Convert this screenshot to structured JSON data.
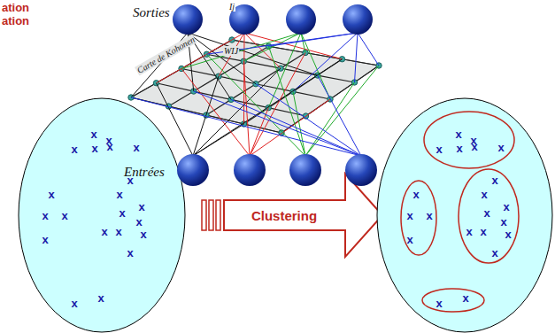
{
  "diagram": {
    "nodes": [
      {
        "text": [
          "x",
          "x",
          "x",
          "x",
          "x",
          "x",
          "x",
          "x",
          "x",
          "x",
          "x",
          "x",
          "x",
          "x",
          "x",
          "x",
          "x",
          "x",
          "x",
          "x",
          "x"
        ]
      },
      {
        "text": [
          "Clustering"
        ]
      },
      {
        "text": []
      },
      {
        "text": [
          "x",
          "x",
          "x",
          "x",
          "x",
          "x"
        ],
        "in": 2
      },
      {
        "text": [
          "x",
          "x",
          "x",
          "x"
        ],
        "in": 2
      },
      {
        "text": [
          "x",
          "x",
          "x",
          "x",
          "x",
          "x",
          "x",
          "x",
          "x"
        ],
        "in": 2
      },
      {
        "text": [
          "x",
          "x"
        ],
        "in": 2
      }
    ],
    "labels": [
      "ation",
      "ation",
      "Sorties",
      "Ij",
      "WIJ",
      "Carte de Kohonen",
      "Entrées"
    ]
  }
}
